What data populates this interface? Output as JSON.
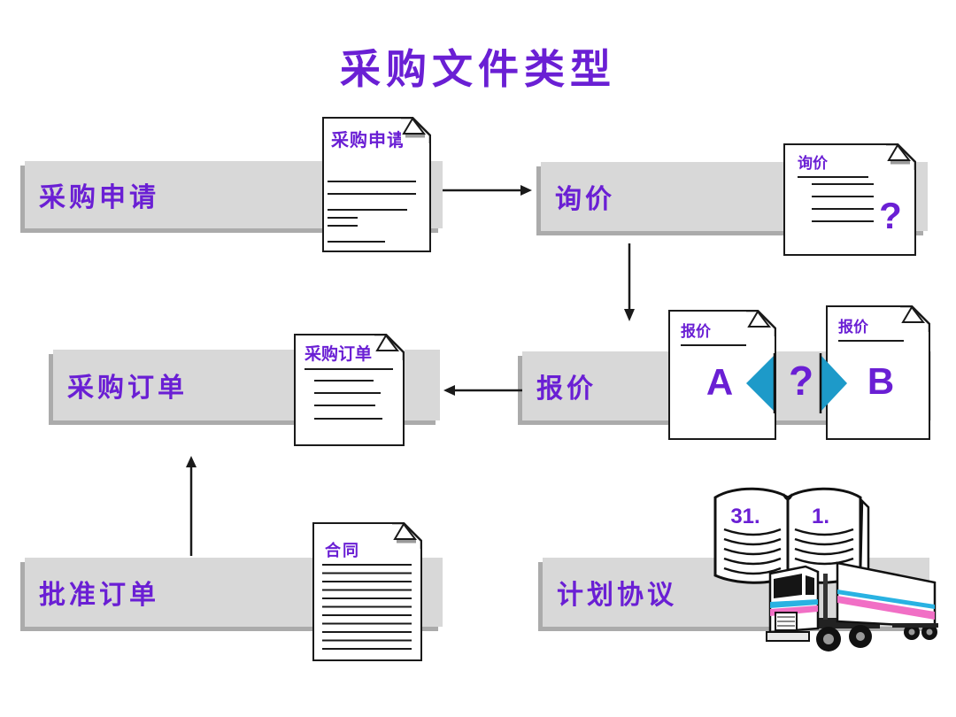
{
  "slide": {
    "title": "采购文件类型"
  },
  "bars": {
    "requisition": {
      "label": "采购申请"
    },
    "rfq": {
      "label": "询价"
    },
    "quotation": {
      "label": "报价"
    },
    "purchase_order": {
      "label": "采购订单"
    },
    "approve_order": {
      "label": "批准订单"
    },
    "scheduling_agreement": {
      "label": "计划协议"
    }
  },
  "docs": {
    "requisition": {
      "title": "采购申请"
    },
    "rfq": {
      "title": "询价",
      "mark": "?"
    },
    "quote_a": {
      "title": "报价",
      "letter": "A"
    },
    "quote_b": {
      "title": "报价",
      "letter": "B"
    },
    "purchase_order": {
      "title": "采购订单"
    },
    "contract": {
      "title": "合同"
    }
  },
  "comparison": {
    "mark": "?"
  },
  "calendar": {
    "left_page": "31.",
    "right_page": "1."
  },
  "colors": {
    "accent": "#6a1fd4",
    "bar": "#d8d8d8",
    "bar_shadow": "#ababab",
    "teal": "#1d9ac9",
    "cyan": "#29b2e2",
    "pink": "#f16fc5",
    "ink": "#1a1a1a"
  }
}
